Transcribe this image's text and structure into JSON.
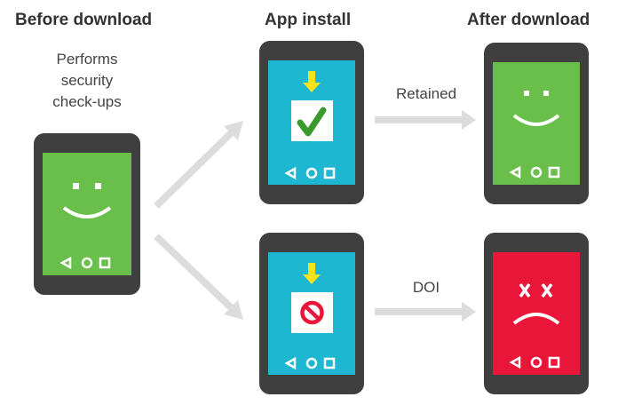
{
  "headers": {
    "before": "Before download",
    "install": "App install",
    "after": "After download"
  },
  "labels": {
    "checkups": "Performs security check-ups",
    "retained": "Retained",
    "doi": "DOI"
  },
  "colors": {
    "phone": "#3f3f3f",
    "green": "#6abf4b",
    "cyan": "#1eb7d2",
    "red": "#e9163a",
    "yellow": "#f6e31e",
    "check": "#3a9a2e",
    "arrow": "#dcdcdc"
  }
}
